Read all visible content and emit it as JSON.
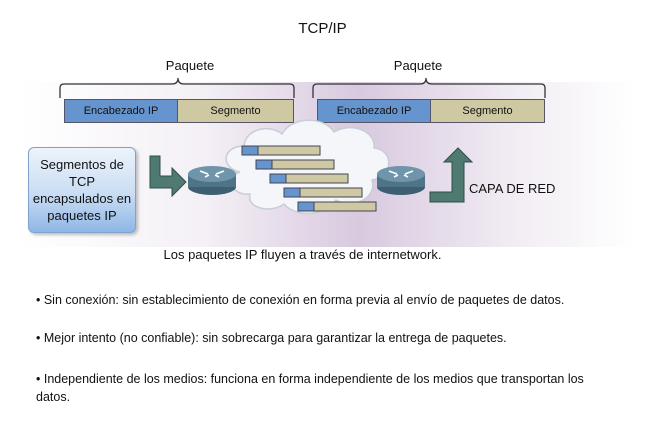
{
  "title": "TCP/IP",
  "packets": [
    {
      "label": "Paquete",
      "header": "Encabezado IP",
      "segment": "Segmento"
    },
    {
      "label": "Paquete",
      "header": "Encabezado IP",
      "segment": "Segmento"
    }
  ],
  "callout": "Segmentos de TCP encapsulados en paquetes IP",
  "side_label": "CAPA DE RED",
  "caption": "Los paquetes IP fluyen a través de internetwork.",
  "bullets": [
    "• Sin conexión: sin establecimiento de conexión en forma previa al envío de paquetes de datos.",
    "• Mejor intento (no confiable): sin sobrecarga para garantizar la entrega de paquetes.",
    "• Independiente de los medios: funciona en forma independiente de los medios que transportan los datos."
  ],
  "colors": {
    "ip_header": "#6694cf",
    "segment": "#cfc9a3",
    "arrow": "#4e7a72",
    "router": "#5b7f95"
  },
  "icons": [
    "router-icon",
    "cloud-icon",
    "arrow-icon"
  ]
}
